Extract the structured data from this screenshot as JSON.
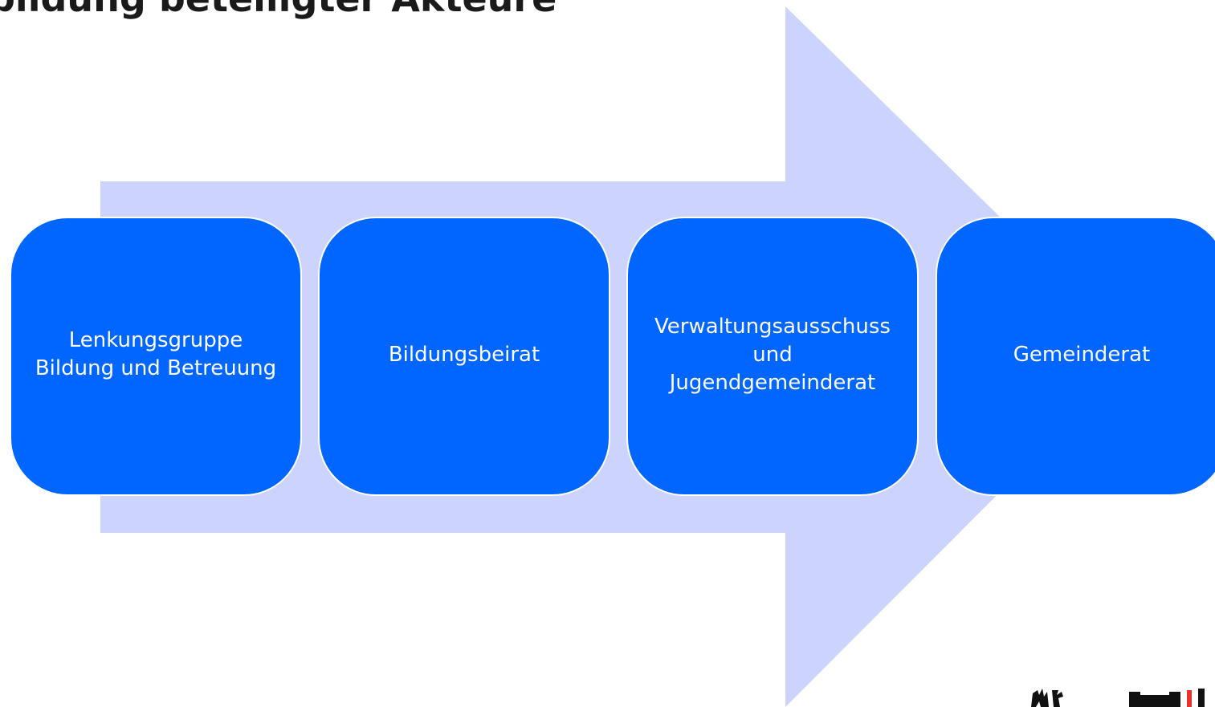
{
  "title": "bildung beteiligter Akteure",
  "diagram": {
    "arrow_color": "#ccd4fd",
    "box_color": "#0066ff",
    "steps": [
      {
        "label": "Lenkungsgruppe\nBildung und Betreuung"
      },
      {
        "label": "Bildungsbeirat"
      },
      {
        "label": "Verwaltungsausschuss\nund\nJugendgemeinderat"
      },
      {
        "label": "Gemeinderat"
      }
    ]
  },
  "logo": {
    "accent_color": "#e8322b",
    "icon": "city-coat-of-arms-logo"
  }
}
